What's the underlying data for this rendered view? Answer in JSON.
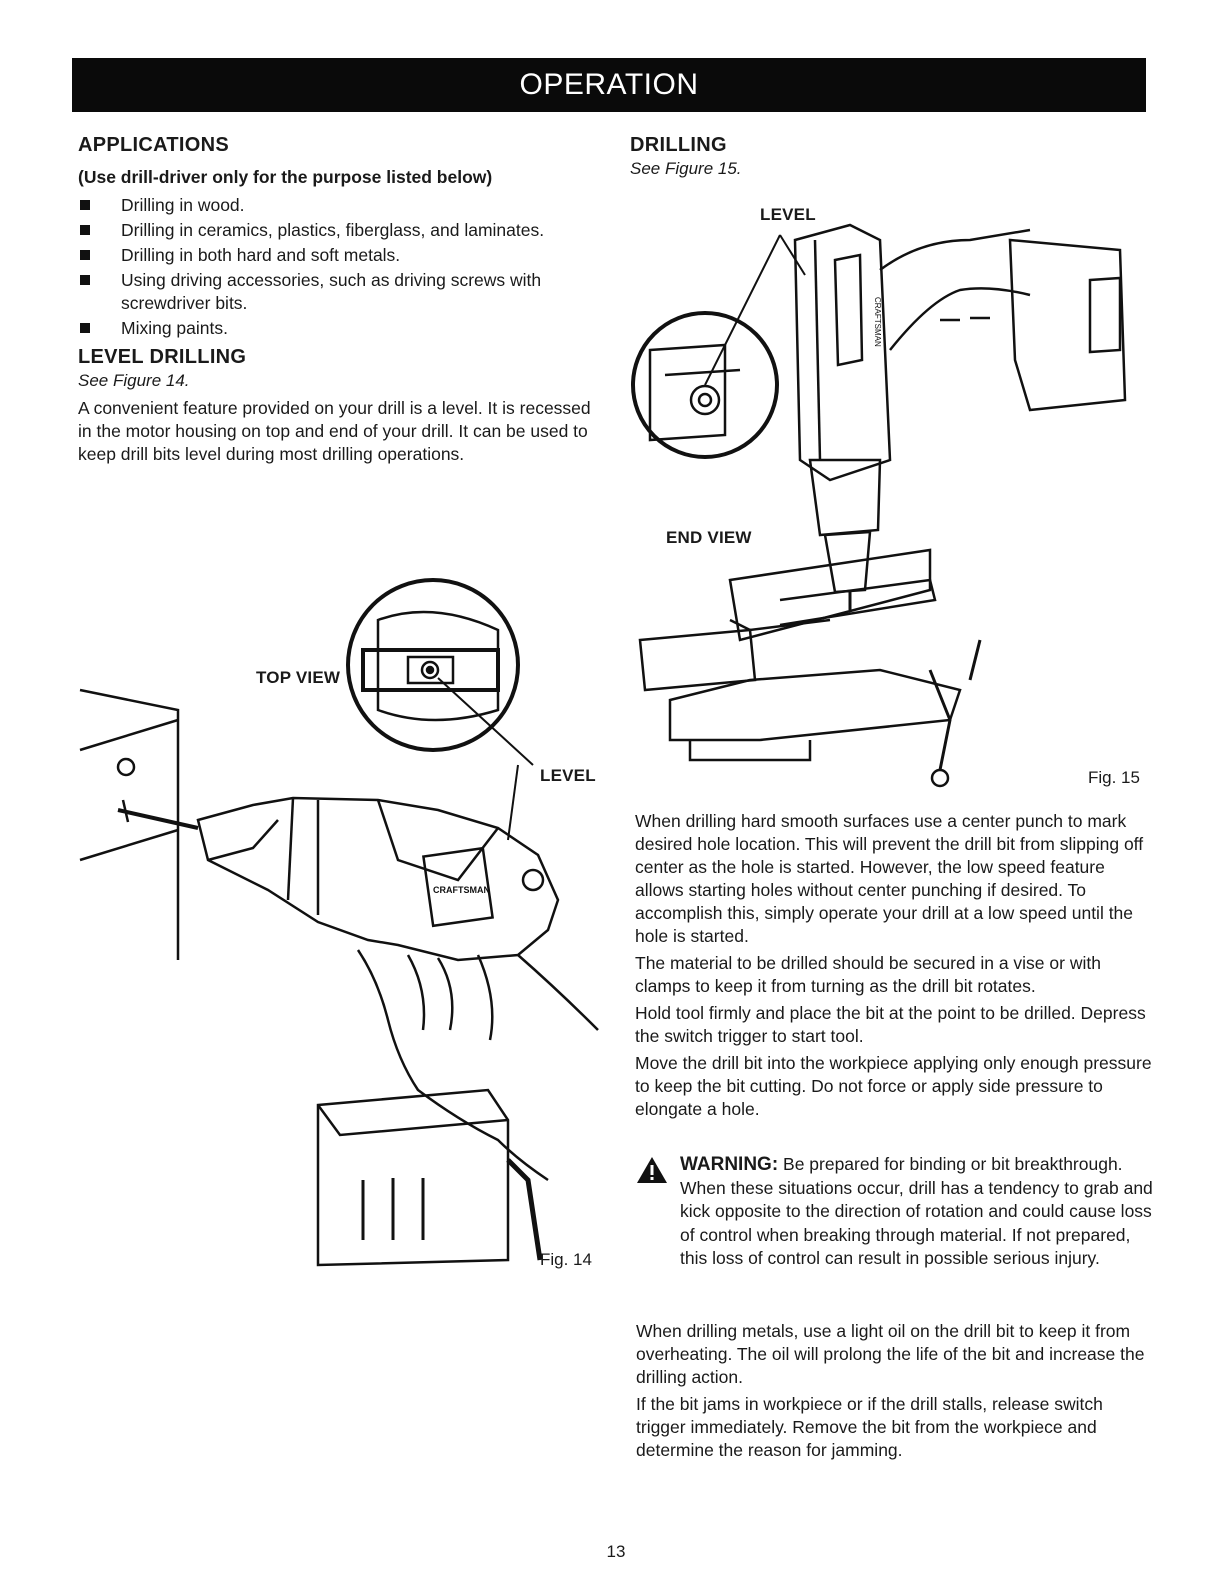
{
  "header": {
    "title": "OPERATION"
  },
  "applications": {
    "heading": "APPLICATIONS",
    "note": "(Use drill-driver only for the purpose listed below)",
    "items": [
      "Drilling in wood.",
      "Drilling in ceramics, plastics, fiberglass, and laminates.",
      "Drilling in both hard and soft metals.",
      "Using driving accessories, such as driving screws with screwdriver bits.",
      "Mixing paints."
    ]
  },
  "level_drilling": {
    "heading": "LEVEL DRILLING",
    "see": "See Figure 14.",
    "body": "A convenient feature provided on your drill is a level.  It is recessed in the motor housing on top and end of your drill.  It can be used to keep drill bits level during most drilling operations."
  },
  "figure14": {
    "top_view_label": "TOP VIEW",
    "level_label": "LEVEL",
    "caption": "Fig. 14",
    "brand": "CRAFTSMAN"
  },
  "drilling": {
    "heading": "DRILLING",
    "see": "See Figure 15.",
    "paragraphs": [
      "When drilling hard smooth surfaces use a center punch to mark desired hole location. This will prevent the drill bit from slipping off center as the hole is started. However, the low speed feature allows starting holes without center punching if desired. To accomplish this, simply operate your drill at a low speed until the hole is started.",
      "The material to be drilled should be secured in a vise or with clamps to keep it from turning as the drill bit rotates.",
      "Hold tool firmly and place the bit at the point to be drilled. Depress the switch trigger to start tool.",
      "Move the drill bit into the workpiece applying only enough pressure to keep the bit cutting. Do not force or apply side pressure to elongate a hole."
    ],
    "after_warning": [
      "When drilling metals, use a light oil on the drill bit to keep it from overheating. The oil will prolong the life of the bit and increase the drilling action.",
      "If the bit jams in workpiece or if the drill stalls, release switch trigger immediately. Remove the bit from the workpiece and determine the reason for jamming."
    ]
  },
  "figure15": {
    "level_label": "LEVEL",
    "end_view_label": "END VIEW",
    "caption": "Fig. 15",
    "brand": "CRAFTSMAN"
  },
  "warning": {
    "label": "WARNING:",
    "text": " Be prepared for binding or bit breakthrough. When these situations occur, drill has a tendency to grab and kick opposite to the direction of rotation and could cause loss of control when breaking through material. If not prepared, this loss of control can result in possible serious injury."
  },
  "footer": {
    "page_number": "13"
  }
}
